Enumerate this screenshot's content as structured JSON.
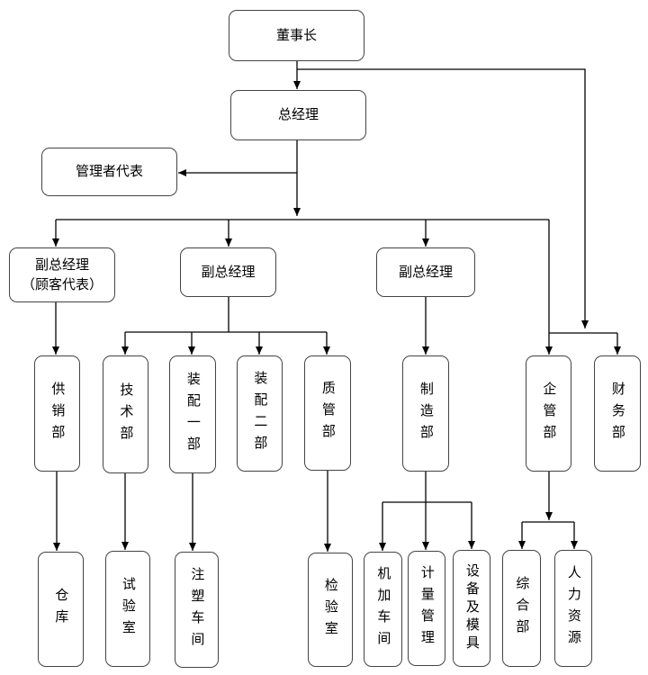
{
  "nodes": {
    "chairman": "董事长",
    "gm": "总经理",
    "mgmt_rep": "管理者代表",
    "vgm_customer": "副总经理\n（顾客代表）",
    "vgm_2": "副总经理",
    "vgm_3": "副总经理",
    "supply": "供销部",
    "tech": "技术部",
    "assembly1": "装配一部",
    "assembly2": "装配二部",
    "quality": "质管部",
    "manufacturing": "制造部",
    "enterprise_mgmt": "企管部",
    "finance": "财务部",
    "warehouse": "仓库",
    "test_lab": "试验室",
    "injection_shop": "注塑车间",
    "inspection_lab": "检验室",
    "machining_shop": "机加车间",
    "metrology": "计量管理",
    "equipment_molds": "设备及模具",
    "general_affairs": "综合部",
    "hr": "人力资源"
  }
}
